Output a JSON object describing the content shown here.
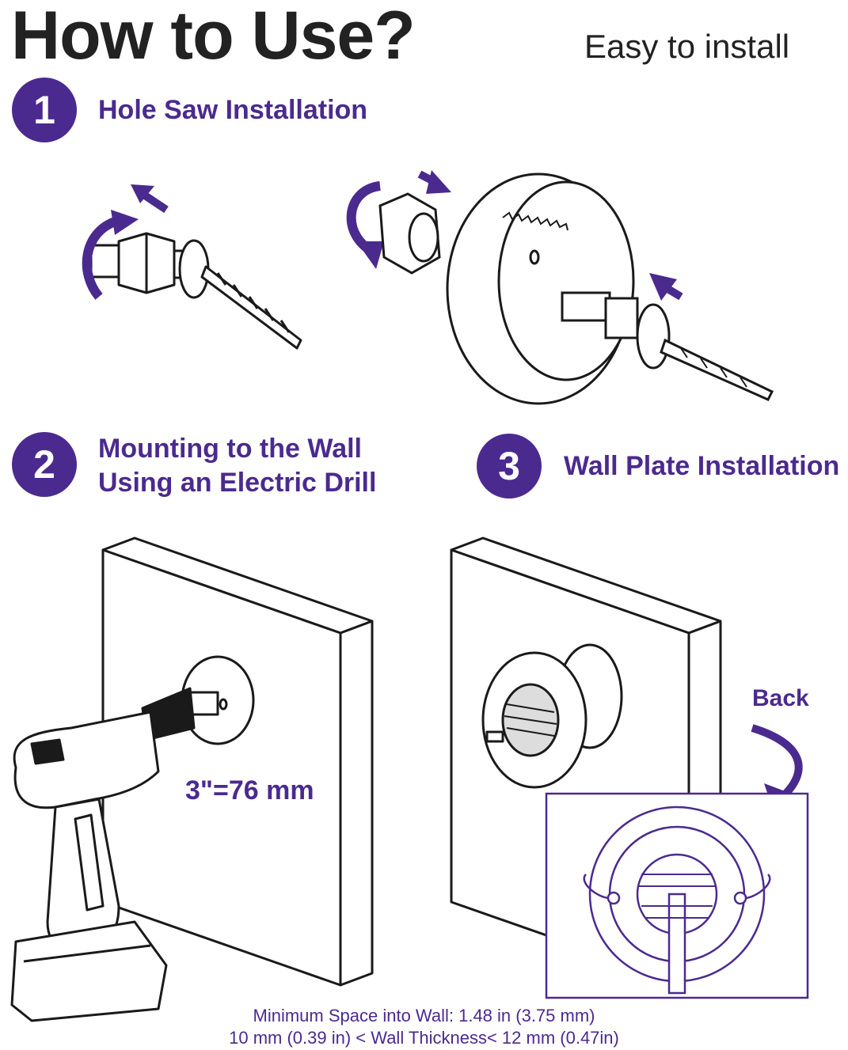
{
  "header": {
    "title": "How to Use?",
    "subtitle": "Easy to install"
  },
  "steps": [
    {
      "number": "1",
      "label_lines": [
        "Hole Saw Installation"
      ]
    },
    {
      "number": "2",
      "label_lines": [
        "Mounting to the Wall",
        "Using an Electric Drill"
      ]
    },
    {
      "number": "3",
      "label_lines": [
        "Wall Plate Installation"
      ]
    }
  ],
  "annotations": {
    "hole_size": "3\"=76 mm",
    "back_label": "Back"
  },
  "notes": {
    "line1": "Minimum Space into Wall: 1.48 in (3.75 mm)",
    "line2": "10 mm (0.39 in) < Wall Thickness< 12 mm (0.47in)"
  },
  "colors": {
    "accent": "#4b2a8f",
    "line_art": "#1a1a1a",
    "background": "#ffffff"
  },
  "icons": {
    "step1_left": "drill-bit-with-nut-illustration",
    "step1_right": "hole-saw-assembly-illustration",
    "step2": "electric-drill-on-wall-illustration",
    "step3": "wall-plate-illustration",
    "rotate_arrow": "curved-rotate-arrow-icon",
    "direction_arrow": "direction-arrow-icon"
  }
}
